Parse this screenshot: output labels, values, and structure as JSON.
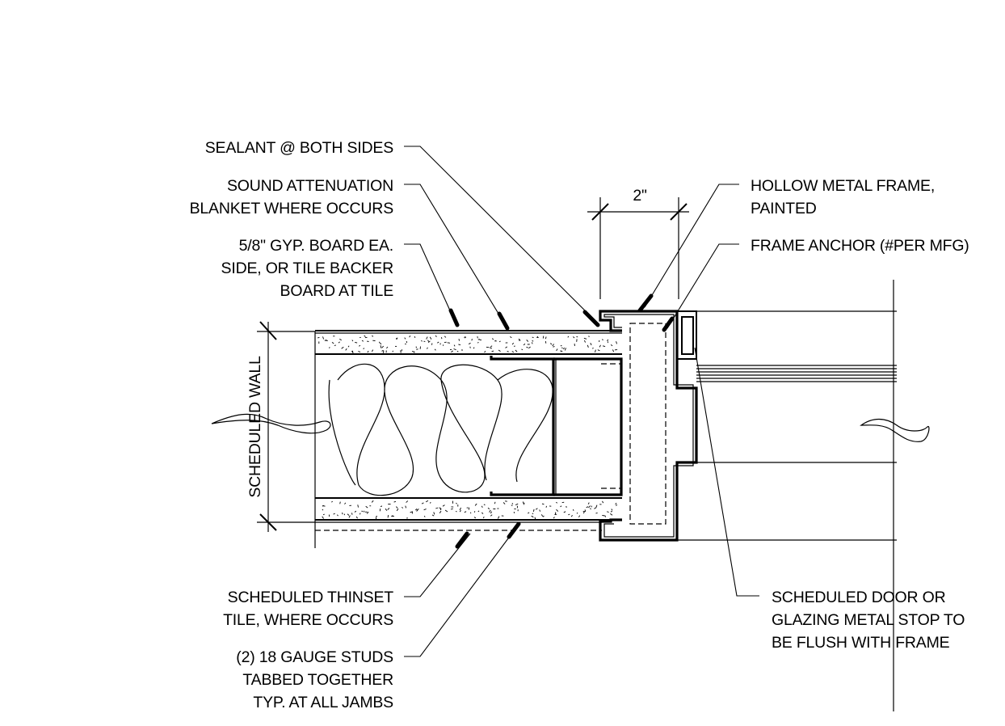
{
  "labels": {
    "sealant": [
      "SEALANT @ BOTH SIDES"
    ],
    "sound_attenuation": [
      "SOUND ATTENUATION",
      "BLANKET WHERE OCCURS"
    ],
    "gyp_board": [
      "5/8\" GYP. BOARD EA.",
      "SIDE, OR TILE BACKER",
      "BOARD AT TILE"
    ],
    "hollow_metal_frame": [
      "HOLLOW METAL FRAME,",
      "PAINTED"
    ],
    "frame_anchor": [
      "FRAME ANCHOR (#PER MFG)"
    ],
    "thinset_tile": [
      "SCHEDULED THINSET",
      "TILE, WHERE OCCURS"
    ],
    "studs": [
      "(2) 18 GAUGE STUDS",
      "TABBED TOGETHER",
      "TYP. AT ALL JAMBS"
    ],
    "door_glazing": [
      "SCHEDULED DOOR OR",
      "GLAZING METAL STOP TO",
      "BE FLUSH WITH FRAME"
    ]
  },
  "dimension": "2\"",
  "wall_label": "SCHEDULED WALL"
}
